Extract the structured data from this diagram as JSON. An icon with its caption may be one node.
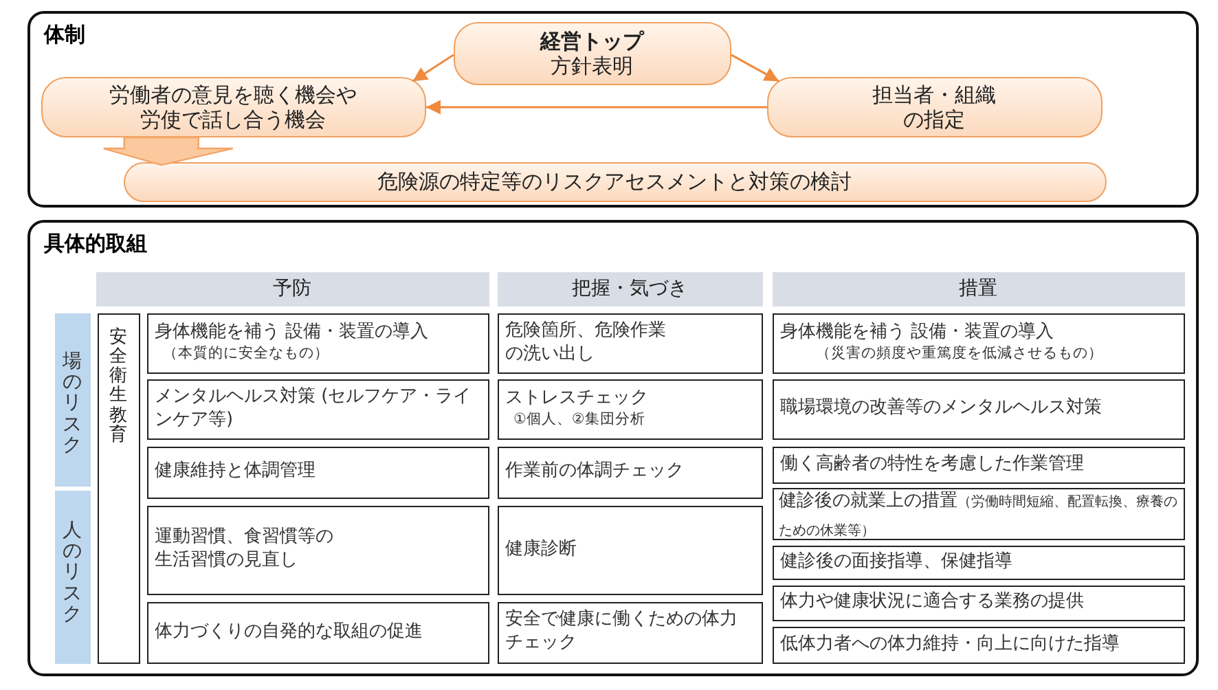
{
  "diagram": {
    "nodes": [
      {
        "text": [
          "体制"
        ]
      },
      {
        "text": [
          "経営トップ",
          "方針表明"
        ],
        "in": 0
      },
      {
        "text": [
          "労働者の意見を聴く機会や労使で話し合う機会"
        ],
        "in": 0
      },
      {
        "text": [
          "担当者・組織の指定"
        ],
        "in": 0
      },
      {
        "text": [
          "危険源の特定等のリスクアセスメントと対策の検討"
        ],
        "in": 0
      },
      {
        "text": [
          "具体的取組"
        ]
      },
      {
        "text": [
          "予防"
        ],
        "in": 5
      },
      {
        "text": [
          "把握・気づき"
        ],
        "in": 5
      },
      {
        "text": [
          "措置"
        ],
        "in": 5
      },
      {
        "text": [
          "場のリスク"
        ],
        "in": 5
      },
      {
        "text": [
          "人のリスク"
        ],
        "in": 5
      },
      {
        "text": [
          "安全衛生教育"
        ],
        "in": 5
      },
      {
        "text": [
          "身体機能を補う 設備・装置の導入",
          "（本質的に安全なもの）"
        ],
        "in": 5
      },
      {
        "text": [
          "メンタルヘルス対策 (セルフケア・ラインケア等)"
        ],
        "in": 5
      },
      {
        "text": [
          "健康維持と体調管理"
        ],
        "in": 5
      },
      {
        "text": [
          "運動習慣、食習慣等の生活習慣の見直し"
        ],
        "in": 5
      },
      {
        "text": [
          "体力づくりの自発的な取組の促進"
        ],
        "in": 5
      },
      {
        "text": [
          "危険箇所、危険作業の洗い出し"
        ],
        "in": 5
      },
      {
        "text": [
          "ストレスチェック",
          "①個人、②集団分析"
        ],
        "in": 5
      },
      {
        "text": [
          "作業前の体調チェック"
        ],
        "in": 5
      },
      {
        "text": [
          "健康診断"
        ],
        "in": 5
      },
      {
        "text": [
          "安全で健康に働くための体力チェック"
        ],
        "in": 5
      },
      {
        "text": [
          "身体機能を補う 設備・装置の導入",
          "（災害の頻度や重篤度を低減させるもの）"
        ],
        "in": 5
      },
      {
        "text": [
          "職場環境の改善等のメンタルヘルス対策"
        ],
        "in": 5
      },
      {
        "text": [
          "働く高齢者の特性を考慮した作業管理"
        ],
        "in": 5
      },
      {
        "text": [
          "健診後の就業上の措置",
          "（労働時間短縮、配置転換、療養のための休業等）"
        ],
        "in": 5
      },
      {
        "text": [
          "健診後の面接指導、保健指導"
        ],
        "in": 5
      },
      {
        "text": [
          "体力や健康状況に適合する業務の提供"
        ],
        "in": 5
      },
      {
        "text": [
          "低体力者への体力維持・向上に向けた指導"
        ],
        "in": 5
      }
    ],
    "edges": [
      {
        "from": 1,
        "to": 2,
        "arrow": "to"
      },
      {
        "from": 1,
        "to": 3,
        "arrow": "to"
      },
      {
        "from": 3,
        "to": 2,
        "arrow": "to"
      },
      {
        "from": 2,
        "to": 4,
        "arrow": "to",
        "style": "thick"
      }
    ]
  }
}
